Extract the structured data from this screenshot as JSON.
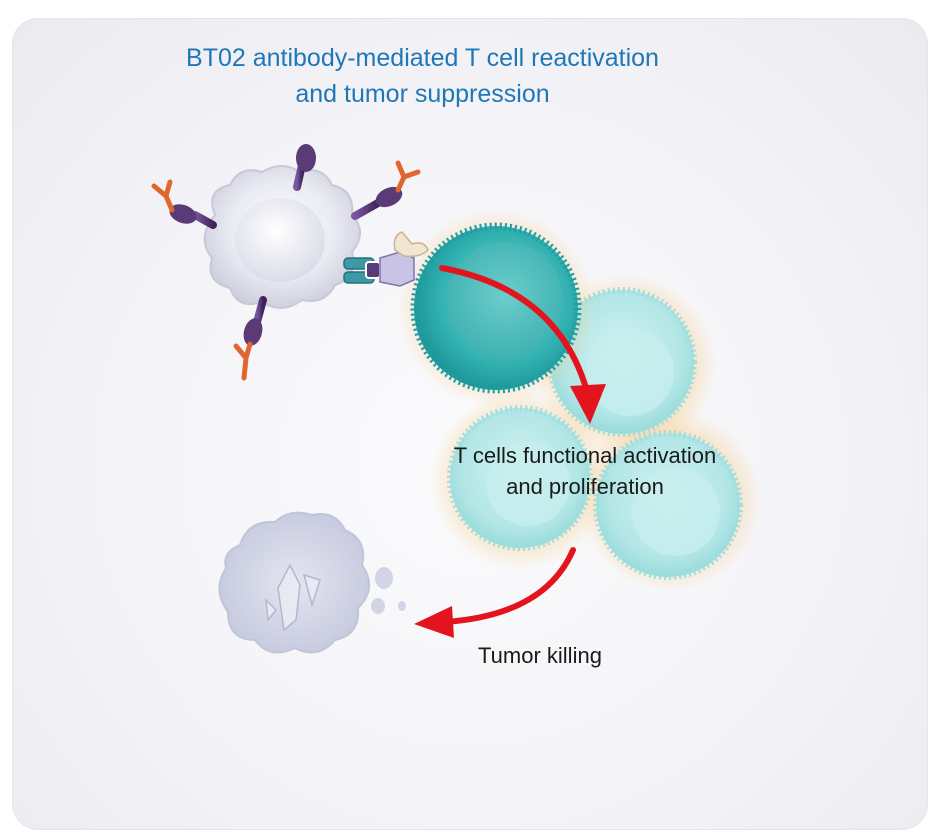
{
  "title": {
    "line1": "BT02 antibody-mediated T cell reactivation",
    "line2": "and tumor suppression"
  },
  "labels": {
    "activation_line1": "T cells functional activation",
    "activation_line2": "and proliferation",
    "killing": "Tumor killing"
  },
  "colors": {
    "title": "#1f77b8",
    "arrow": "#e3141e",
    "t_cell": "#2fb3b3",
    "proliferated_t_cell": "#a6e3e3",
    "antigen_presenting_cell": "#dcdde8",
    "dead_tumor_cell": "#d2d5e6",
    "receptor_stem": "#5b3a78",
    "antibody": "#e1662d",
    "glow": "#f6c77a"
  }
}
